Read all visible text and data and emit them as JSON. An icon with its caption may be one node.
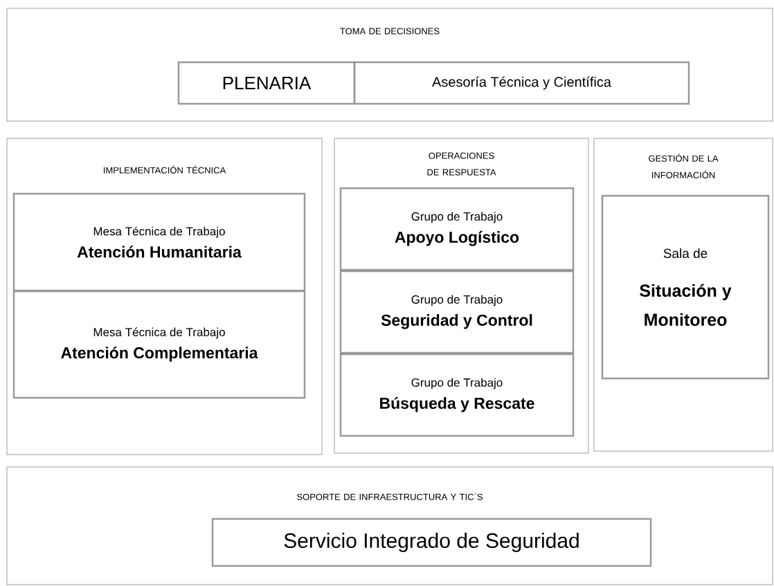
{
  "diagram": {
    "nodes": [
      {
        "text": [
          "TOMA DE DECISIONES"
        ]
      },
      {
        "text": [
          "PLENARIA"
        ],
        "in": 0
      },
      {
        "text": [
          "Asesoría Técnica y Científica"
        ],
        "in": 0
      },
      {
        "text": [
          "IMPLEMENTACIÓN TÉCNICA"
        ]
      },
      {
        "text": [
          "Mesa Técnica de Trabajo",
          "Atención Humanitaria"
        ],
        "in": 3
      },
      {
        "text": [
          "Mesa Técnica de Trabajo",
          "Atención Complementaria"
        ],
        "in": 3
      },
      {
        "text": [
          "OPERACIONES DE RESPUESTA"
        ]
      },
      {
        "text": [
          "Grupo de Trabajo",
          "Apoyo Logístico"
        ],
        "in": 6
      },
      {
        "text": [
          "Grupo de Trabajo",
          "Seguridad y Control"
        ],
        "in": 6
      },
      {
        "text": [
          "Grupo de Trabajo",
          "Búsqueda y Rescate"
        ],
        "in": 6
      },
      {
        "text": [
          "GESTIÓN DE LA INFORMACIÓN"
        ]
      },
      {
        "text": [
          "Sala de",
          "Situación y Monitoreo"
        ],
        "in": 10
      },
      {
        "text": [
          "SOPORTE DE INFRAESTRUCTURA Y TIC`S"
        ]
      },
      {
        "text": [
          "Servicio Integrado de Seguridad"
        ],
        "in": 12
      }
    ]
  }
}
